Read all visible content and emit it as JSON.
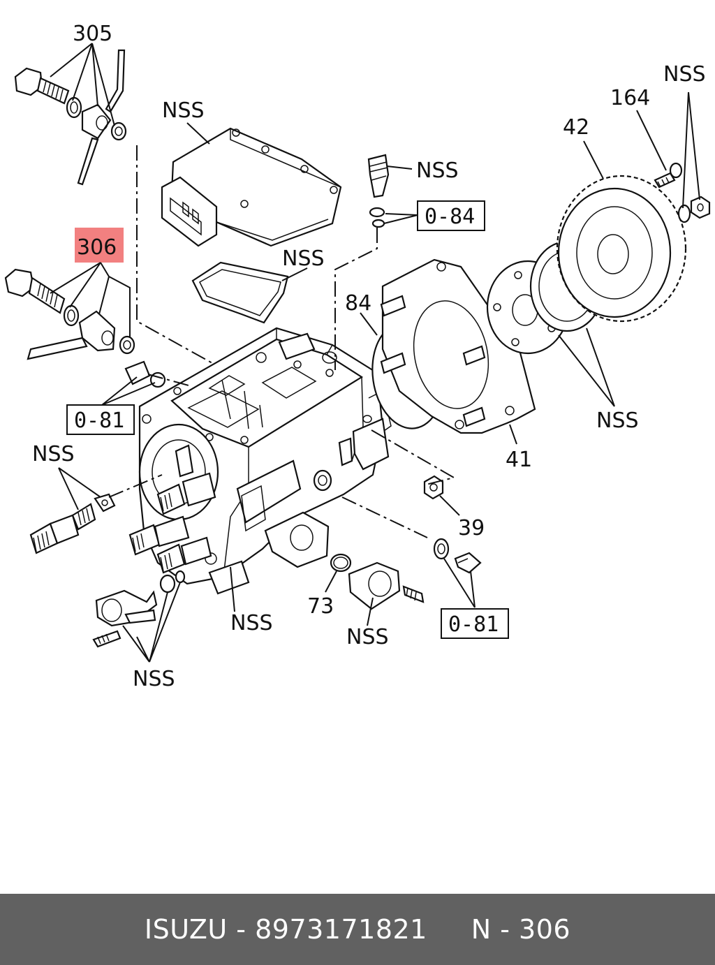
{
  "diagram": {
    "labels": {
      "l305": "305",
      "l306": "306",
      "nss_ecu": "NSS",
      "nss_valve": "NSS",
      "nss_gasket": "NSS",
      "nss_topright": "NSS",
      "l164": "164",
      "l42": "42",
      "l84": "84",
      "nss_hub": "NSS",
      "l41": "41",
      "nss_left": "NSS",
      "l39": "39",
      "nss_bottom_mid": "NSS",
      "l73": "73",
      "nss_plate": "NSS",
      "nss_bottom_left": "NSS",
      "box084": "0-84",
      "box081a": "0-81",
      "box081b": "0-81"
    },
    "highlight_color": "#f28080"
  },
  "footer": {
    "text": "ISUZU - 8973171821     N - 306"
  }
}
